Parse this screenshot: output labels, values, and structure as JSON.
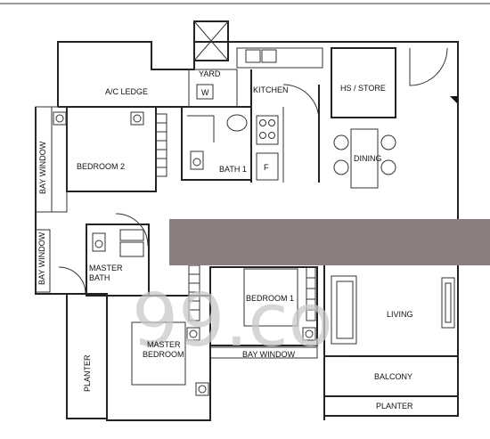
{
  "rooms": {
    "yard": "YARD",
    "ac_ledge": "A/C LEDGE",
    "kitchen": "KITCHEN",
    "hs_store": "HS / STORE",
    "bedroom_2": "BEDROOM 2",
    "bay_window_1": "BAY WINDOW",
    "bath_1": "BATH 1",
    "fridge": "F",
    "dining": "DINING",
    "bay_window_2": "BAY WINDOW",
    "master_bath_line1": "MASTER",
    "master_bath_line2": "BATH",
    "bedroom_1": "BEDROOM 1",
    "living": "LIVING",
    "planter_left": "PLANTER",
    "master_bedroom_line1": "MASTER",
    "master_bedroom_line2": "BEDROOM",
    "bay_window_3": "BAY WINDOW",
    "balcony": "BALCONY",
    "planter_bottom": "PLANTER",
    "washer": "W"
  },
  "watermark": "99.co",
  "colors": {
    "wall": "#222222",
    "redaction_bar": "#8a7f7c",
    "watermark": "#c9c9c9"
  }
}
